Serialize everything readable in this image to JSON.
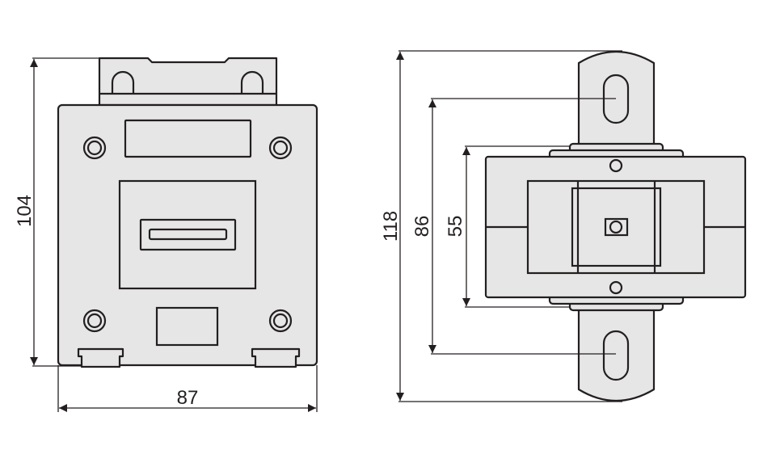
{
  "title": "Current transformer dimension drawing",
  "front_view": {
    "height_label": "104",
    "width_label": "87"
  },
  "side_view": {
    "overall_height_label": "118",
    "mounting_hole_pitch_label": "86",
    "body_height_label": "55"
  },
  "colors": {
    "line": "#231f20",
    "fill": "#e6e6e6"
  }
}
